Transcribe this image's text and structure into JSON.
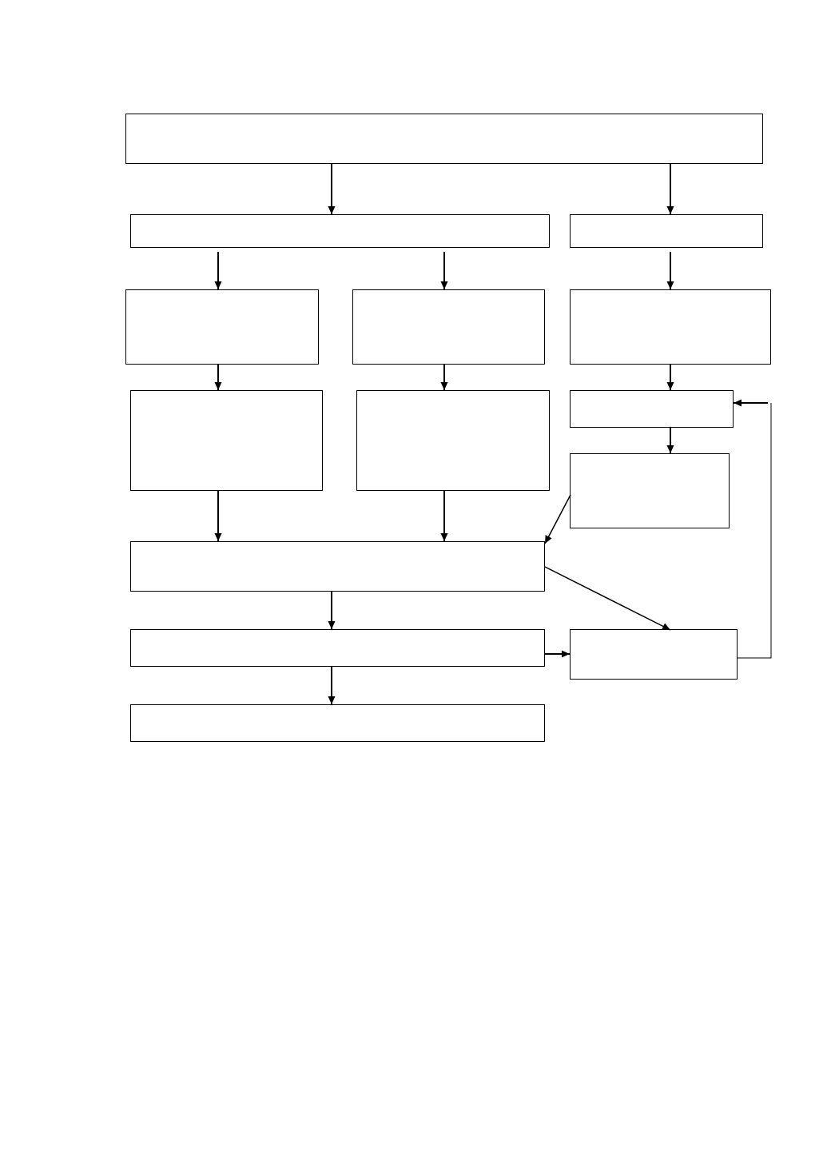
{
  "diagram": {
    "type": "flowchart",
    "stroke_color": "#000000",
    "background_color": "#ffffff",
    "nodes": [
      {
        "id": "top",
        "label": ""
      },
      {
        "id": "left-header",
        "label": ""
      },
      {
        "id": "right-header",
        "label": ""
      },
      {
        "id": "left-col-step1",
        "label": ""
      },
      {
        "id": "mid-col-step1",
        "label": ""
      },
      {
        "id": "right-col-step1",
        "label": ""
      },
      {
        "id": "left-col-step2",
        "label": ""
      },
      {
        "id": "mid-col-step2",
        "label": ""
      },
      {
        "id": "right-col-step2",
        "label": ""
      },
      {
        "id": "right-col-step3",
        "label": ""
      },
      {
        "id": "merge",
        "label": ""
      },
      {
        "id": "review",
        "label": ""
      },
      {
        "id": "side-check",
        "label": ""
      },
      {
        "id": "final",
        "label": ""
      }
    ],
    "edges": [
      {
        "from": "top",
        "to": "left-header"
      },
      {
        "from": "top",
        "to": "right-header"
      },
      {
        "from": "left-header",
        "to": "left-col-step1"
      },
      {
        "from": "left-header",
        "to": "mid-col-step1"
      },
      {
        "from": "right-header",
        "to": "right-col-step1"
      },
      {
        "from": "left-col-step1",
        "to": "left-col-step2"
      },
      {
        "from": "mid-col-step1",
        "to": "mid-col-step2"
      },
      {
        "from": "right-col-step1",
        "to": "right-col-step2"
      },
      {
        "from": "right-col-step2",
        "to": "right-col-step3"
      },
      {
        "from": "left-col-step2",
        "to": "merge"
      },
      {
        "from": "mid-col-step2",
        "to": "merge"
      },
      {
        "from": "right-col-step3",
        "to": "merge"
      },
      {
        "from": "merge",
        "to": "side-check"
      },
      {
        "from": "merge",
        "to": "review"
      },
      {
        "from": "review",
        "to": "side-check"
      },
      {
        "from": "review",
        "to": "final"
      },
      {
        "from": "side-check",
        "to": "right-col-step2"
      }
    ]
  }
}
